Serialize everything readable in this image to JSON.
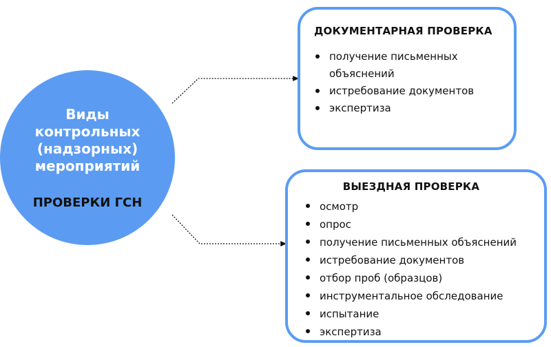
{
  "center": {
    "title_lines": [
      "Виды",
      "контрольных",
      "(надзорных)",
      "мероприятий"
    ],
    "subtitle": "ПРОВЕРКИ ГСН"
  },
  "doc_check": {
    "title": "ДОКУМЕНТАРНАЯ ПРОВЕРКА",
    "items": [
      "получение письменных объяснений",
      "истребование документов",
      "экспертиза"
    ]
  },
  "field_check": {
    "title": "ВЫЕЗДНАЯ ПРОВЕРКА",
    "items": [
      "осмотр",
      "опрос",
      "получение письменных объяснений",
      "истребование документов",
      "отбор проб (образцов)",
      "инструментальное обследование",
      "испытание",
      "экспертиза"
    ]
  },
  "colors": {
    "accent": "#5b9cf2",
    "text": "#111111",
    "circle_text": "#ffffff"
  }
}
